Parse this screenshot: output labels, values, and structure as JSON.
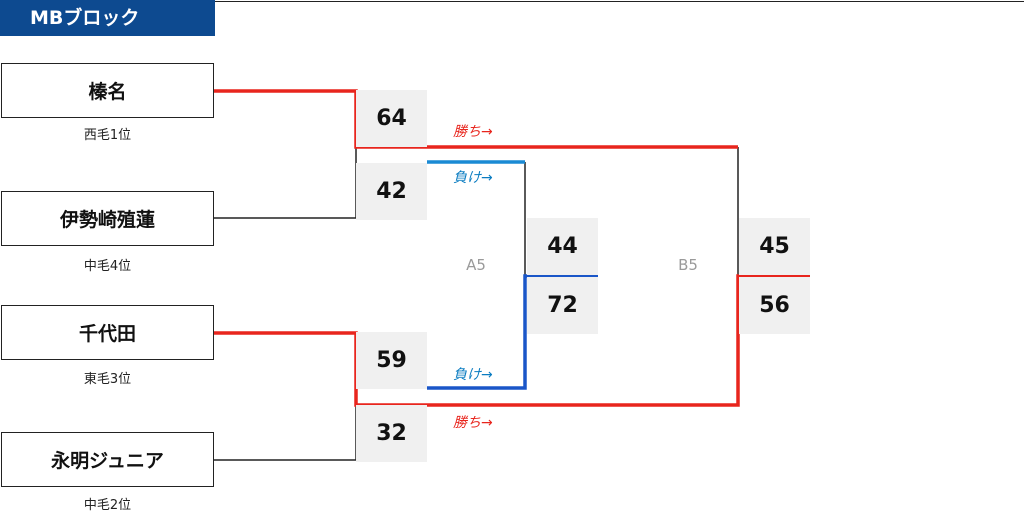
{
  "block_title": "MBブロック",
  "teams": [
    {
      "name": "榛名",
      "sub": "西毛1位"
    },
    {
      "name": "伊勢崎殖蓮",
      "sub": "中毛4位"
    },
    {
      "name": "千代田",
      "sub": "東毛3位"
    },
    {
      "name": "永明ジュニア",
      "sub": "中毛2位"
    }
  ],
  "first_round": {
    "match1": {
      "top_score": "64",
      "bottom_score": "42"
    },
    "match2": {
      "top_score": "59",
      "bottom_score": "32"
    }
  },
  "matches": {
    "a5": {
      "label": "A5",
      "top_score": "44",
      "bottom_score": "72"
    },
    "b5": {
      "label": "B5",
      "top_score": "45",
      "bottom_score": "56"
    }
  },
  "tags": {
    "win": "勝ち→",
    "lose": "負け→"
  },
  "colors": {
    "title_bg": "#0d4a90",
    "winner_line": "#e8251d",
    "loser_line": "#1a56c8",
    "loser_label": "#0a7cc1",
    "score_bg": "#f0f0f0"
  }
}
